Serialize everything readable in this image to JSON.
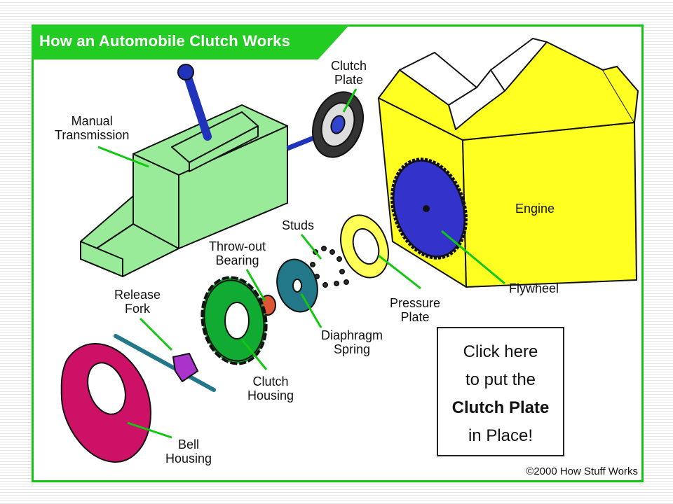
{
  "title": "How an Automobile Clutch Works",
  "labels": {
    "clutch_plate": [
      "Clutch",
      "Plate"
    ],
    "manual_transmission": [
      "Manual",
      "Transmission"
    ],
    "engine": "Engine",
    "studs": "Studs",
    "throwout_bearing": [
      "Throw-out",
      "Bearing"
    ],
    "release_fork": [
      "Release",
      "Fork"
    ],
    "flywheel": "Flywheel",
    "pressure_plate": [
      "Pressure",
      "Plate"
    ],
    "diaphragm_spring": [
      "Diaphragm",
      "Spring"
    ],
    "clutch_housing": [
      "Clutch",
      "Housing"
    ],
    "bell_housing": [
      "Bell",
      "Housing"
    ]
  },
  "cta": {
    "line1": "Click here",
    "line2": "to put the",
    "line3": "Clutch Plate",
    "line4": "in Place!"
  },
  "copyright": "©2000 How Stuff Works",
  "colors": {
    "frame": "#11c811",
    "banner": "#22cc22",
    "leader": "#11c811",
    "transmission": "#99ea99",
    "engine": "#ffff22",
    "flywheel": "#3333cc",
    "clutch_housing": "#11aa33",
    "bell_housing": "#cc1166",
    "pressure_plate": "#ffff55",
    "diaphragm_spring": "#227788",
    "gear_shift": "#2233bb",
    "release_fork": "#aa33cc"
  }
}
